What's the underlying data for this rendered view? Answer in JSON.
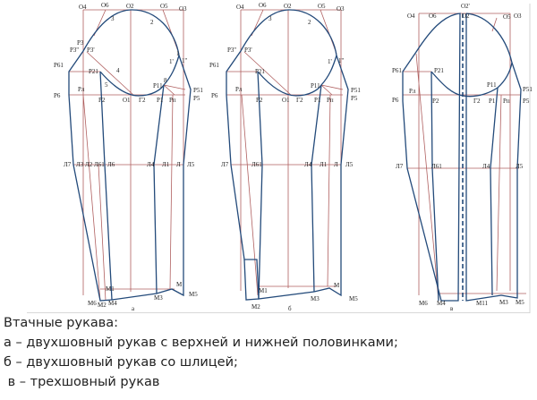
{
  "diagrams": [
    {
      "sublabel": "а",
      "labels": [
        "О4",
        "О6",
        "3",
        "О2",
        "О5",
        "2",
        "О3",
        "Р3",
        "Р3''",
        "Р3'",
        "Р61",
        "Р21",
        "4",
        "5",
        "1",
        "1'",
        "1''",
        "Р11",
        "8",
        "Р51",
        "Р6",
        "Рл",
        "Р2",
        "О1",
        "Г2",
        "Р1",
        "Рп",
        "Р5",
        "Л7",
        "Л3",
        "Л2",
        "Л61",
        "Л6",
        "Л4",
        "Л1",
        "Л",
        "Л5",
        "М1",
        "М",
        "М5",
        "М3",
        "М6",
        "М2",
        "М4"
      ]
    },
    {
      "sublabel": "б",
      "labels": [
        "О4",
        "О6",
        "3",
        "О2",
        "О5",
        "2",
        "О3",
        "Р3''",
        "Р3'",
        "Р61",
        "Р21",
        "1'",
        "1''",
        "Р11",
        "Р51",
        "Рл",
        "Р6",
        "Р2",
        "О1",
        "Г2",
        "Р1",
        "Рп",
        "Р5",
        "Л7",
        "Л61",
        "Л4",
        "Л1",
        "Л",
        "Л5",
        "М1",
        "М",
        "М2",
        "М3",
        "М5"
      ]
    },
    {
      "sublabel": "в",
      "labels": [
        "О2'",
        "О4",
        "О6",
        "О2",
        "О5",
        "О3",
        "Р61",
        "Р21",
        "Р11",
        "Р51",
        "Рл",
        "Р6",
        "Р2",
        "Г2",
        "Р1",
        "Рп",
        "Р5",
        "Л7",
        "Л61",
        "Л4",
        "Л5",
        "М6",
        "М4",
        "М11",
        "М3",
        "М5"
      ]
    }
  ],
  "caption": {
    "title": "Втачные рукава:",
    "lines": [
      "а – двухшовный рукав с верхней и нижней половинками;",
      "б – двухшовный рукав со шлицей;",
      " в – трехшовный рукав"
    ]
  }
}
